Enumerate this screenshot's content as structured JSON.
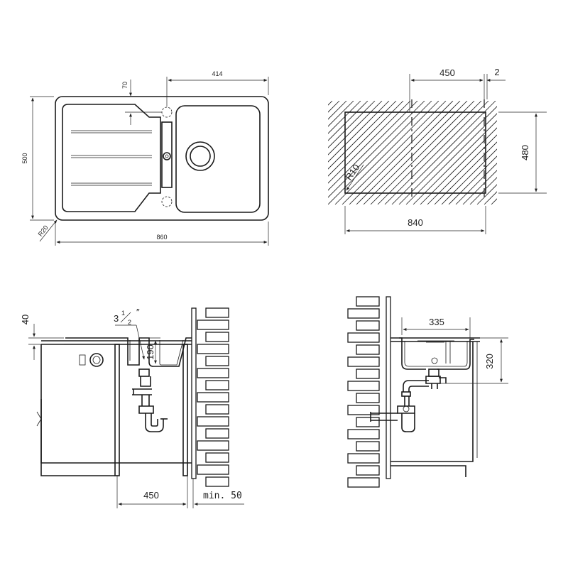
{
  "sink_top_view": {
    "width_label": "860",
    "depth_label": "500",
    "bowl_offset_label": "414",
    "tap_offset_label": "70",
    "corner_radius_label": "R20"
  },
  "cutout_view": {
    "width_label": "840",
    "depth_label": "480",
    "offset_label": "450",
    "gap_label": "2",
    "radius_label": "R10"
  },
  "side_section_left": {
    "thickness_label": "40",
    "drain_size_label": "3",
    "drain_fraction_num": "1",
    "drain_fraction_den": "2",
    "drain_fraction_unit": "″",
    "bowl_depth_label": "190",
    "cabinet_width_label": "450",
    "wall_distance_label": "min. 50"
  },
  "side_section_right": {
    "bowl_width_label": "335",
    "installation_depth_label": "320"
  }
}
